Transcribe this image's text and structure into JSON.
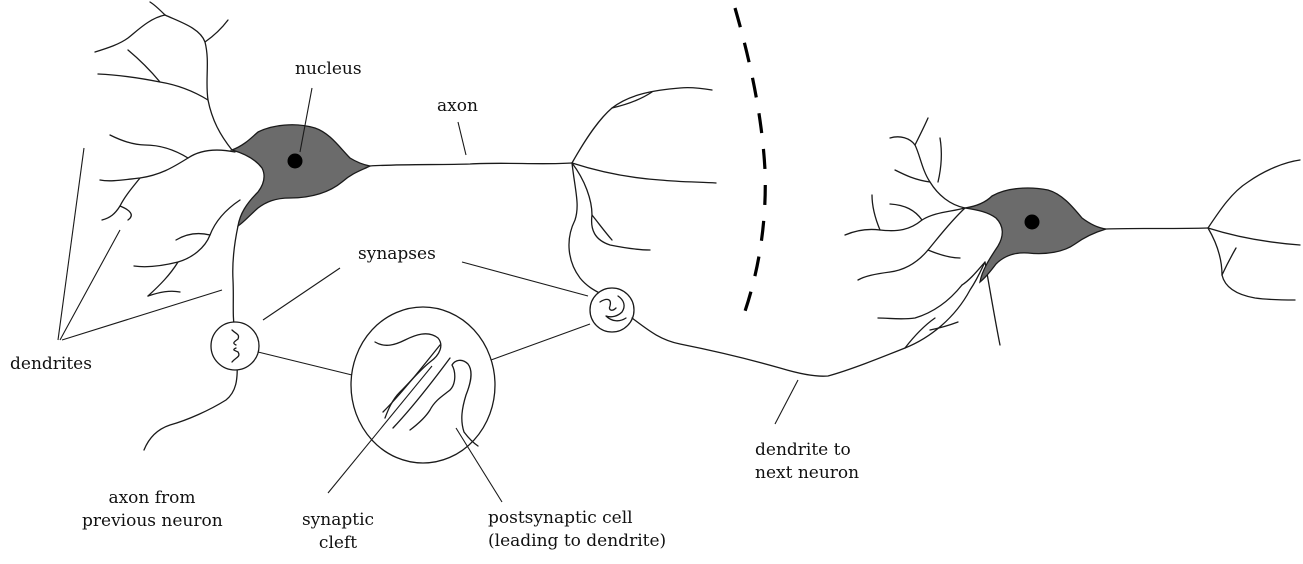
{
  "labels": {
    "nucleus": "nucleus",
    "axon": "axon",
    "synapses": "synapses",
    "dendrites": "dendrites",
    "axon_from_previous": [
      "axon from",
      "previous neuron"
    ],
    "synaptic_cleft": [
      "synaptic",
      "cleft"
    ],
    "postsynaptic_cell": [
      "postsynaptic cell",
      "(leading to dendrite)"
    ],
    "dendrite_to_next": [
      "dendrite to",
      "next neuron"
    ]
  },
  "colors": {
    "cell_body": "#6b6b6b",
    "nucleus": "#000000",
    "line": "#1a1a1a"
  }
}
